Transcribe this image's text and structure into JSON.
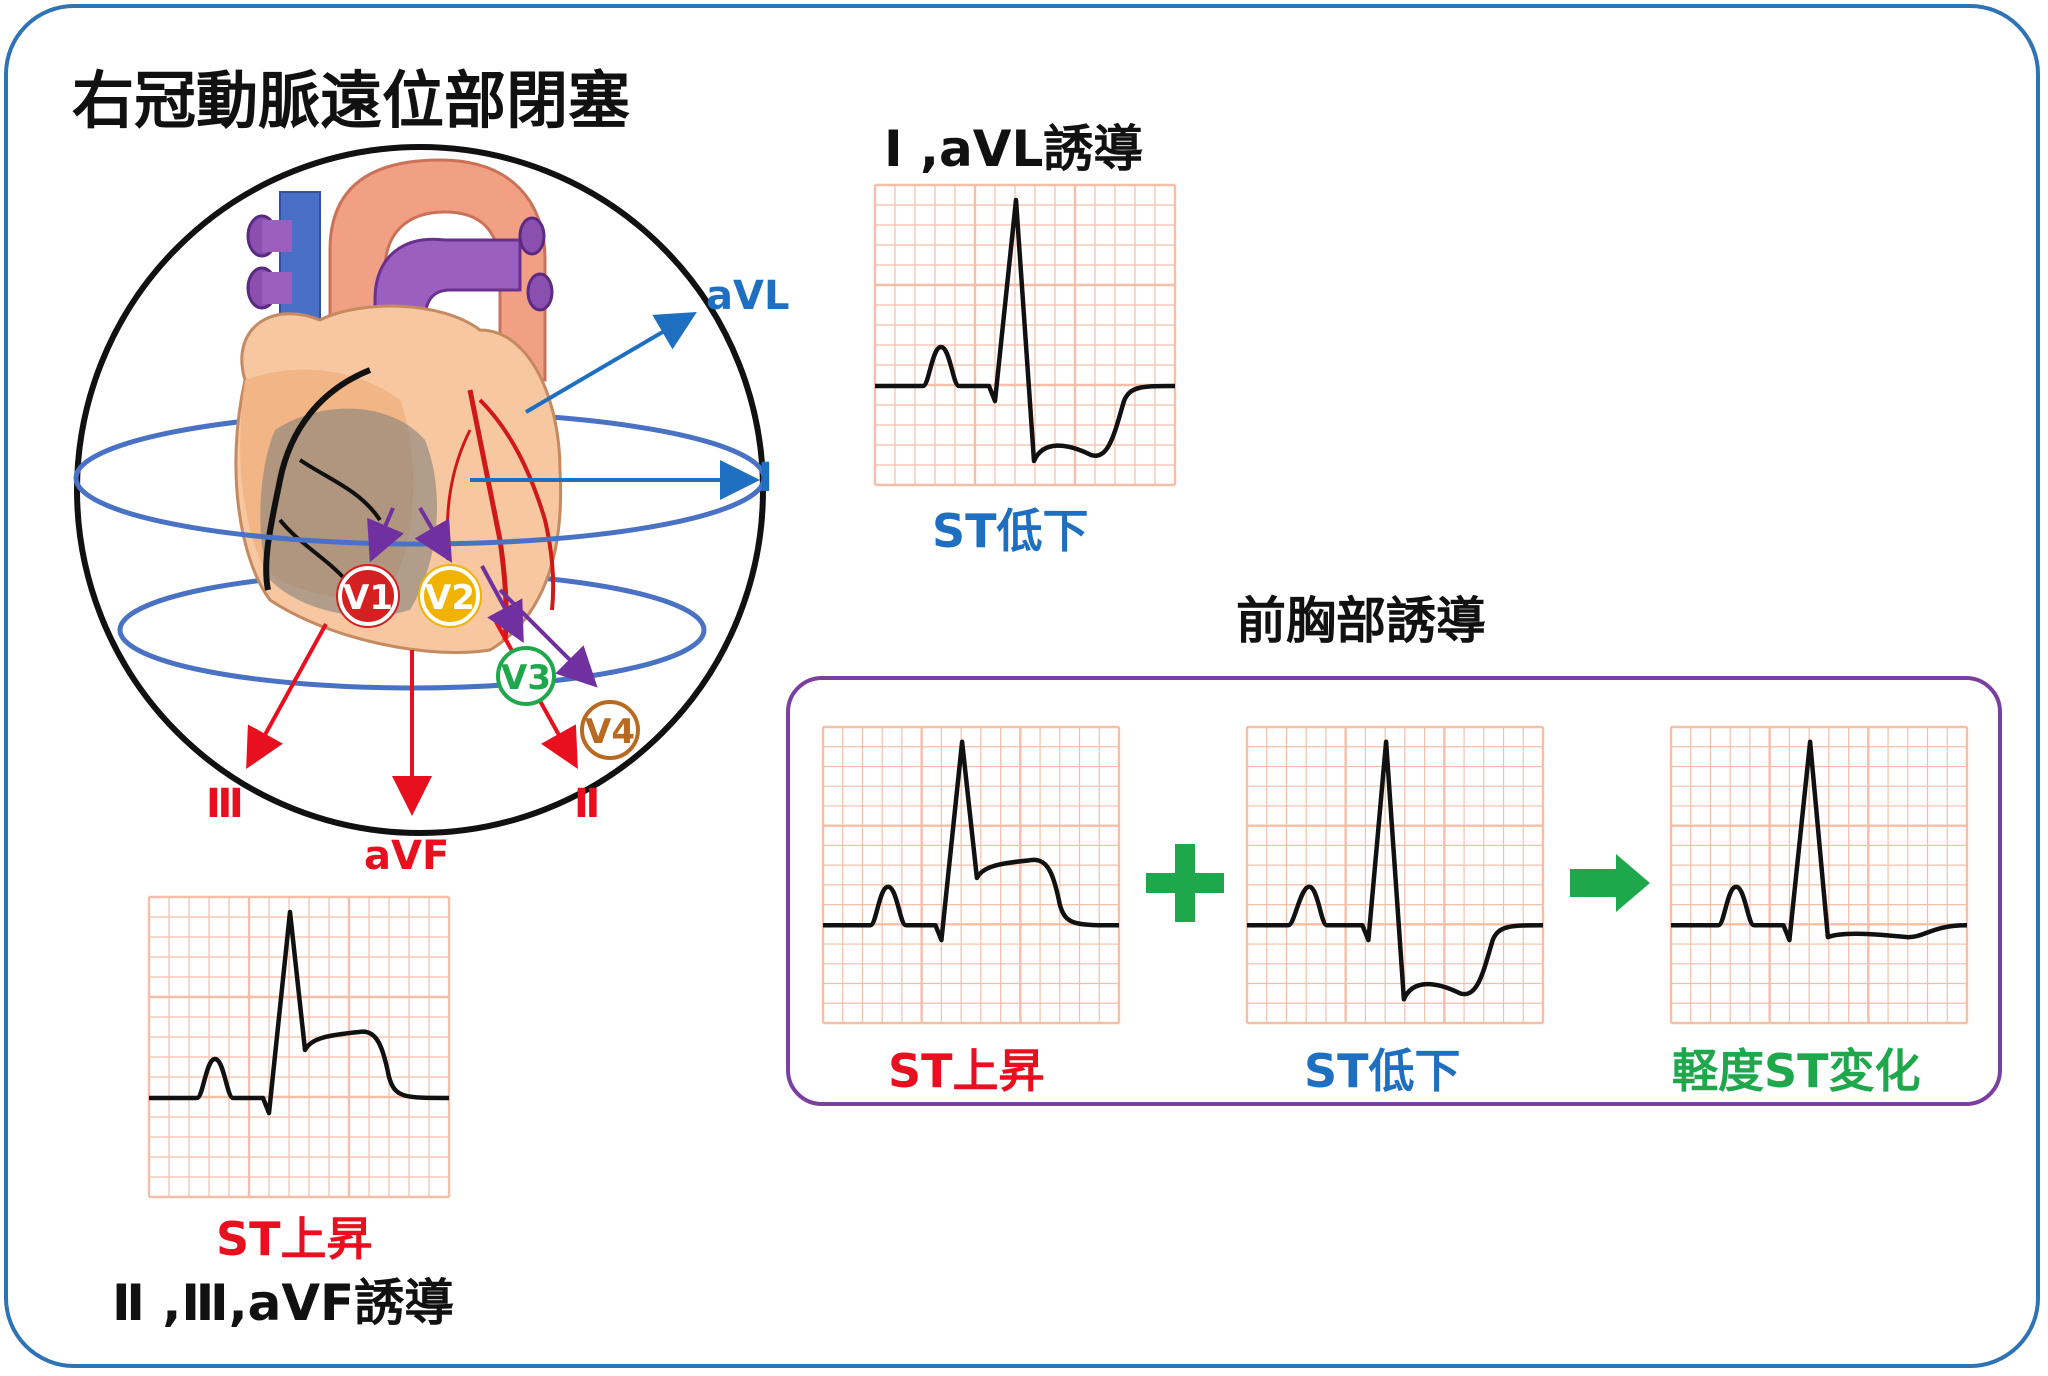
{
  "title": "右冠動脈遠位部閉塞",
  "limb": {
    "lead_avl": "aVL",
    "lead_i": "Ⅰ",
    "lead_iii": "Ⅲ",
    "lead_avf": "aVF",
    "lead_ii": "Ⅱ"
  },
  "chest_leads": [
    "V1",
    "V2",
    "V3",
    "V4"
  ],
  "lateral": {
    "heading": "Ⅰ ,aVL誘導",
    "caption": "ST低下"
  },
  "inferior": {
    "caption": "ST上昇",
    "heading": "Ⅱ ,Ⅲ,aVF誘導"
  },
  "precordial": {
    "heading": "前胸部誘導",
    "items": [
      {
        "caption": "ST上昇"
      },
      {
        "caption": "ST低下"
      },
      {
        "caption": "軽度ST変化"
      }
    ],
    "operator": "plus-sign",
    "result": "arrow-right"
  },
  "colors": {
    "frame": "#2e74b5",
    "panel": "#7b3fa0",
    "elevation": "#e8101e",
    "depression": "#1f6fc0",
    "mild": "#1ea84b",
    "grid": "#f4bfa8",
    "v1": "#d42020",
    "v2": "#f0b400",
    "v3": "#1ea84b",
    "v4": "#b86a20"
  }
}
